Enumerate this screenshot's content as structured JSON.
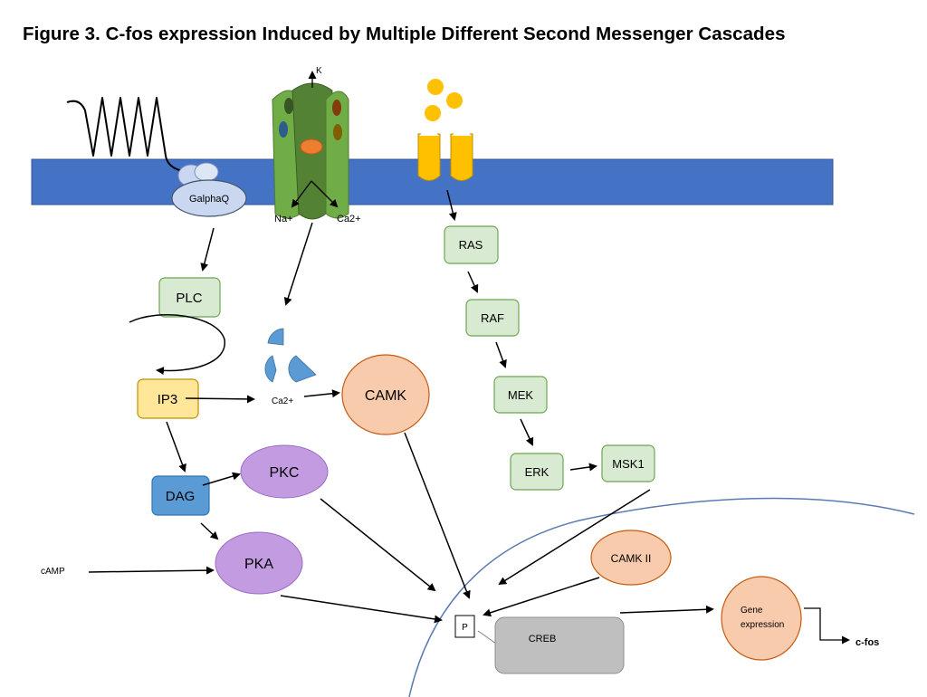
{
  "title": "Figure 3. C-fos expression Induced by Multiple Different Second Messenger Cascades",
  "membrane": {
    "color": "#4472C4"
  },
  "ions": {
    "potassium": "K",
    "sodium": "Na+",
    "calcium": "Ca2+",
    "calcium_cytosol": "Ca2+",
    "camp": "cAMP"
  },
  "nodes": {
    "galphaq": "GalphaQ",
    "plc": "PLC",
    "ip3": "IP3",
    "dag": "DAG",
    "pkc": "PKC",
    "pka": "PKA",
    "camk": "CAMK",
    "ras": "RAS",
    "raf": "RAF",
    "mek": "MEK",
    "erk": "ERK",
    "msk1": "MSK1",
    "camk2": "CAMK II",
    "phospho": "P",
    "creb": "CREB",
    "gene_expression_line1": "Gene",
    "gene_expression_line2": "expression",
    "cfos": "c-fos"
  },
  "colors": {
    "green_box_fill": "#D9EAD3",
    "green_box_stroke": "#6AA84F",
    "yellow_fill": "#FFE699",
    "yellow_stroke": "#BF9000",
    "dag_fill": "#5B9BD5",
    "purple_fill": "#C39BE0",
    "orange_fill": "#F8CBAD",
    "orange_stroke": "#C55A11",
    "creb_fill": "#BFBFBF",
    "galpha_fill": "#C9D7F0",
    "channel_green": "#70AD47",
    "ligand_gold": "#FFC000"
  }
}
